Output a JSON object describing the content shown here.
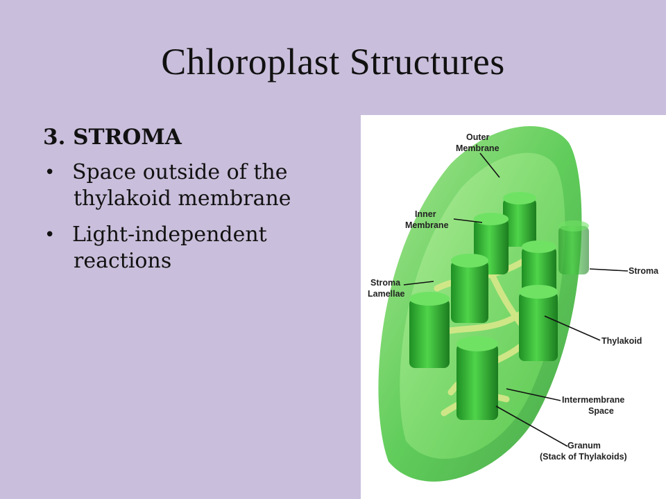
{
  "slide": {
    "title": "Chloroplast Structures",
    "heading": "3. STROMA",
    "bullets": [
      {
        "line1": "Space outside of the",
        "line2": "thylakoid membrane"
      },
      {
        "line1": "Light-independent",
        "line2": "reactions"
      }
    ]
  },
  "figure": {
    "labels": {
      "outer_membrane": [
        "Outer",
        "Membrane"
      ],
      "inner_membrane": [
        "Inner",
        "Membrane"
      ],
      "stroma": "Stroma",
      "stroma_lamellae": [
        "Stroma",
        "Lamellae"
      ],
      "thylakoid": "Thylakoid",
      "intermembrane_space": [
        "Intermembrane",
        "Space"
      ],
      "granum": [
        "Granum",
        "(Stack of Thylakoids)"
      ]
    }
  },
  "colors": {
    "background": "#c9bedb",
    "chloroplast_green": "#3fbf3a",
    "stroma_lamellae": "#d8e88a"
  }
}
